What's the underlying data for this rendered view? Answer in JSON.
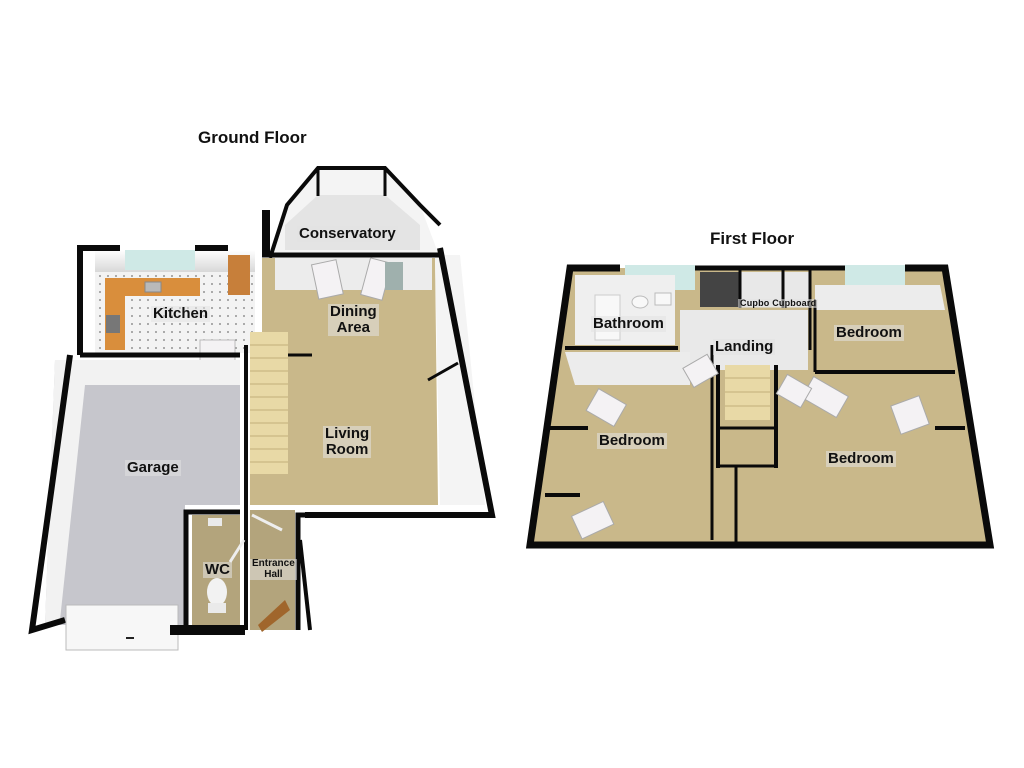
{
  "ground_floor": {
    "title": "Ground Floor",
    "rooms": {
      "conservatory": "Conservatory",
      "kitchen": "Kitchen",
      "dining": [
        "Dining",
        "Area"
      ],
      "living": [
        "Living",
        "Room"
      ],
      "garage": "Garage",
      "wc": "WC",
      "entrance": [
        "Entrance",
        "Hall"
      ]
    }
  },
  "first_floor": {
    "title": "First Floor",
    "rooms": {
      "bathroom": "Bathroom",
      "cupboards": "Cupbo Cupboard",
      "landing": "Landing",
      "bedroom_small": "Bedroom",
      "bedroom_left": "Bedroom",
      "bedroom_right": "Bedroom"
    }
  },
  "colors": {
    "wall": "#0a0a0a",
    "wall_face": "#e6e6e6",
    "carpet": "#c9b88a",
    "garage_floor": "#c6c6cc",
    "kitchen_worktop": "#d98e3c",
    "kitchen_floor": "#f2f2f2",
    "glass": "#cfe9e6",
    "stairs": "#e8d9a6",
    "door": "#f4f2f4",
    "timber_door": "#c77f3a"
  }
}
